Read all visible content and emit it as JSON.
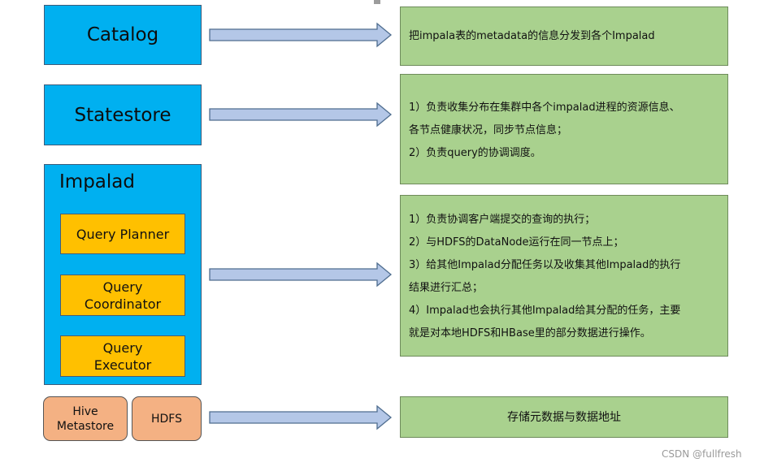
{
  "components": {
    "catalog": "Catalog",
    "statestore": "Statestore",
    "impalad": "Impalad",
    "query_planner": "Query Planner",
    "query_coordinator": "Query\nCoordinator",
    "query_executor": "Query\nExecutor",
    "hive_metastore": "Hive\nMetastore",
    "hdfs": "HDFS"
  },
  "descriptions": {
    "catalog": "把impala表的metadata的信息分发到各个Impalad",
    "statestore": [
      "1）负责收集分布在集群中各个impalad进程的资源信息、",
      "各节点健康状况，同步节点信息；",
      "2）负责query的协调调度。"
    ],
    "impalad": [
      "1）负责协调客户端提交的查询的执行；",
      "2）与HDFS的DataNode运行在同一节点上；",
      "3）给其他Impalad分配任务以及收集其他Impalad的执行",
      "结果进行汇总；",
      "4）Impalad也会执行其他Impalad给其分配的任务，主要",
      "就是对本地HDFS和HBase里的部分数据进行操作。"
    ],
    "storage": "存储元数据与数据地址"
  },
  "watermark": "CSDN @fullfresh",
  "colors": {
    "component_blue": "#00b0f0",
    "subcomponent_yellow": "#ffc000",
    "storage_orange": "#f4b183",
    "description_green": "#a9d18e",
    "arrow_fill": "#b4c7e7",
    "arrow_stroke": "#4f6d8f"
  }
}
